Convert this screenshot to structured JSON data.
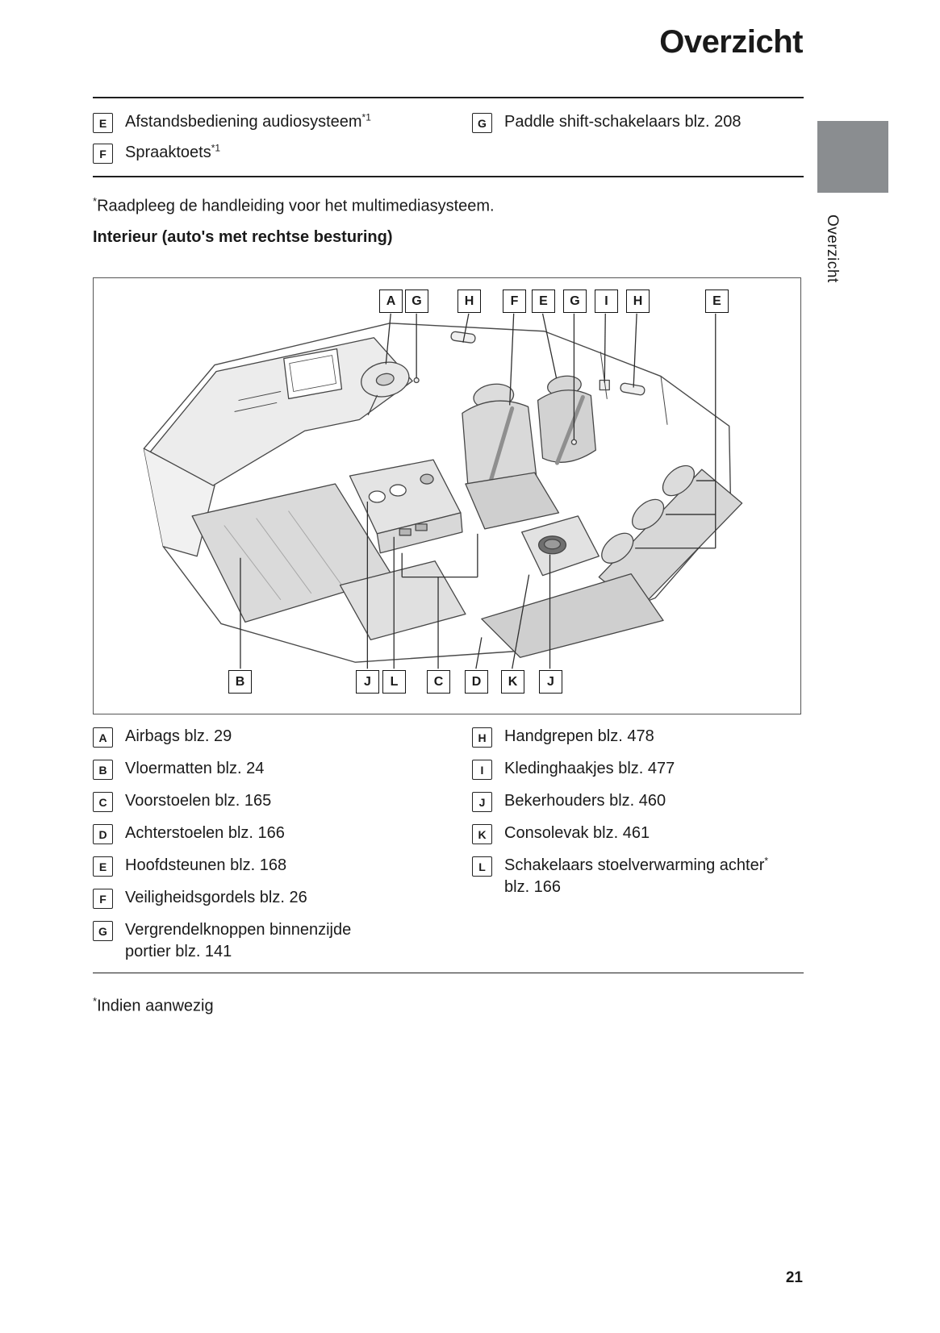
{
  "page": {
    "title": "Overzicht",
    "chapter_tab": "Overzicht",
    "page_number": "21"
  },
  "top_legend": {
    "left": [
      {
        "key": "E",
        "label": "Afstandsbediening audiosysteem",
        "sup": "*1"
      },
      {
        "key": "F",
        "label": "Spraaktoets",
        "sup": "*1"
      }
    ],
    "right": [
      {
        "key": "G",
        "label": "Paddle shift-schakelaars blz. 208"
      }
    ]
  },
  "notes": {
    "star": "*",
    "multimedia": "Raadpleeg de handleiding voor het multimediasysteem.",
    "section_heading": "Interieur (auto's met rechtse besturing)"
  },
  "diagram": {
    "top_labels": [
      "A",
      "G",
      "H",
      "F",
      "E",
      "G",
      "I",
      "H",
      "E"
    ],
    "bottom_labels": [
      "B",
      "J",
      "L",
      "C",
      "D",
      "K",
      "J"
    ]
  },
  "bottom_legend": {
    "left": [
      {
        "key": "A",
        "label": "Airbags blz. 29"
      },
      {
        "key": "B",
        "label": "Vloermatten blz. 24"
      },
      {
        "key": "C",
        "label": "Voorstoelen blz. 165"
      },
      {
        "key": "D",
        "label": "Achterstoelen blz. 166"
      },
      {
        "key": "E",
        "label": "Hoofdsteunen blz. 168"
      },
      {
        "key": "F",
        "label": "Veiligheidsgordels blz. 26"
      },
      {
        "key": "G",
        "label": "Vergrendelknoppen binnenzijde",
        "label2": "portier blz. 141"
      }
    ],
    "right": [
      {
        "key": "H",
        "label": "Handgrepen blz. 478"
      },
      {
        "key": "I",
        "label": "Kledinghaakjes blz. 477"
      },
      {
        "key": "J",
        "label": "Bekerhouders blz. 460"
      },
      {
        "key": "K",
        "label": "Consolevak blz. 461"
      },
      {
        "key": "L",
        "label": "Schakelaars stoelverwarming achter",
        "sup": "*",
        "label2": "blz. 166"
      }
    ]
  },
  "footnote": {
    "star": "*",
    "text": "Indien aanwezig"
  },
  "colors": {
    "chapter_tab_block": "#8a8d90",
    "rule": "#1f1f1f",
    "text": "#1a1a1a"
  }
}
